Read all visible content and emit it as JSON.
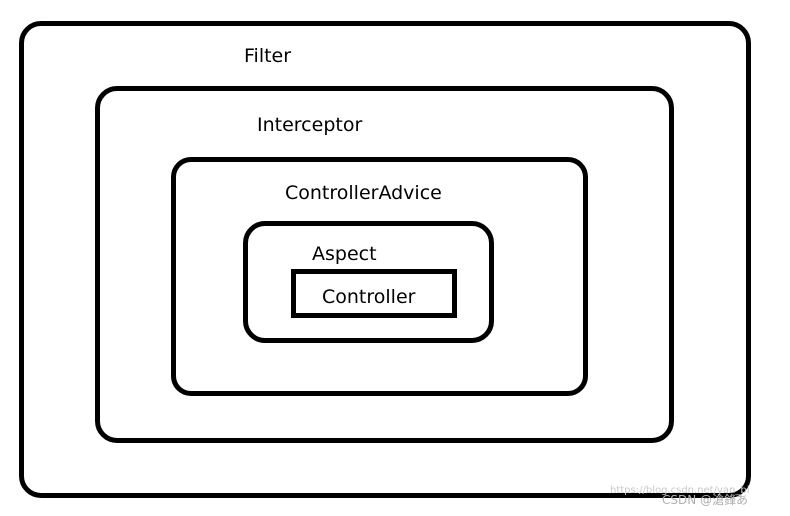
{
  "diagram": {
    "layers": [
      {
        "id": "filter",
        "label": "Filter"
      },
      {
        "id": "interceptor",
        "label": "Interceptor"
      },
      {
        "id": "controller_advice",
        "label": "ControllerAdvice"
      },
      {
        "id": "aspect",
        "label": "Aspect"
      },
      {
        "id": "controller",
        "label": "Controller"
      }
    ]
  },
  "watermark": {
    "url": "https://blog.csdn.net/yan_bi",
    "credit": "CSDN @滄鋒あ"
  },
  "colors": {
    "stroke": "#000000",
    "background": "#ffffff",
    "watermark": "#b0b0b0"
  }
}
